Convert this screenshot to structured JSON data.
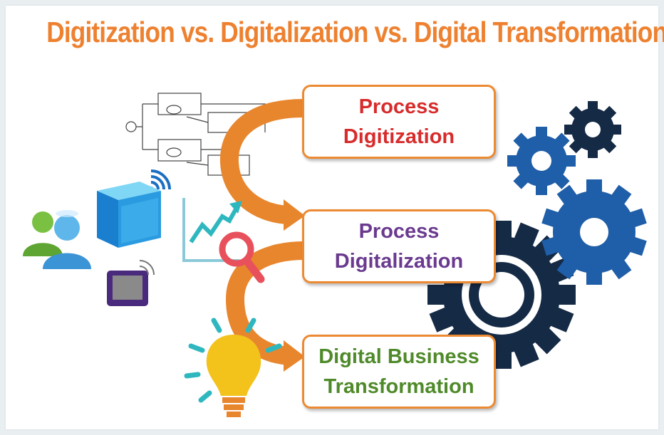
{
  "title": "Digitization vs. Digitalization vs. Digital Transformation",
  "stages": [
    {
      "line1": "Process",
      "line2": "Digitization",
      "color": "#d82b2b"
    },
    {
      "line1": "Process",
      "line2": "Digitalization",
      "color": "#6a3a8f"
    },
    {
      "line1": "Digital Business",
      "line2": "Transformation",
      "color": "#4f8a2a"
    }
  ],
  "colors": {
    "title": "#ee8130",
    "arrow": "#e8862e",
    "gear_dark": "#152a45",
    "gear_blue": "#1f5ea8",
    "teal": "#2fb7c0",
    "magnifier": "#e8505b",
    "bulb": "#f3c21b"
  },
  "icons": [
    "process-flowchart-icon",
    "wifi-icon",
    "cube-icon",
    "users-icon",
    "tablet-icon",
    "trend-chart-icon",
    "magnifier-icon",
    "lightbulb-icon",
    "gears-icon"
  ]
}
